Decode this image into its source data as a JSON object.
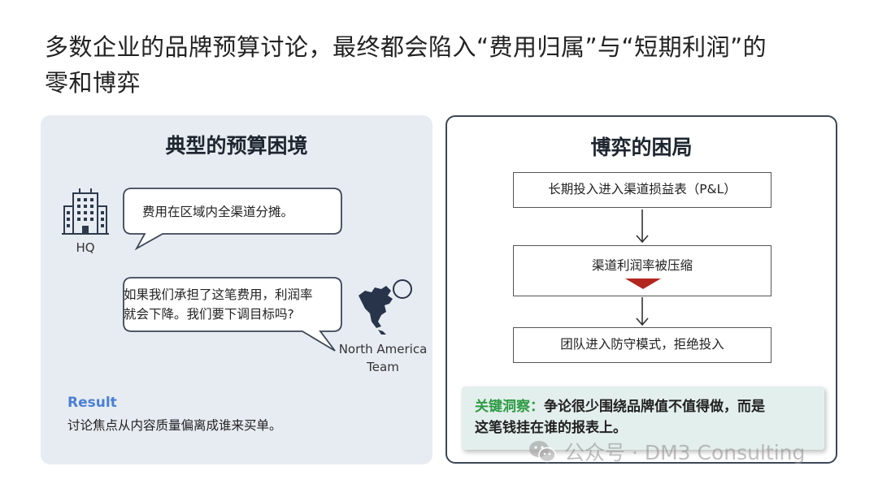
{
  "headline": {
    "line1": "多数企业的品牌预算讨论，最终都会陷入“费用归属”与“短期利润”的",
    "line2": "零和博弈"
  },
  "left_panel": {
    "title": "典型的预算困境",
    "hq_label": "HQ",
    "hq_bubble": "费用在区域内全渠道分摊。",
    "na_bubble_line1": "如果我们承担了这笔费用，利润率",
    "na_bubble_line2": "就会下降。我们要下调目标吗?",
    "na_label_line1": "North America",
    "na_label_line2": "Team",
    "result_title": "Result",
    "result_text": "讨论焦点从内容质量偏离成谁来买单。",
    "icons": [
      "building-icon",
      "north-america-map-icon",
      "compass-icon"
    ]
  },
  "right_panel": {
    "title": "博弈的困局",
    "steps": [
      "长期投入进入渠道损益表（P&L）",
      "渠道利润率被压缩",
      "团队进入防守模式，拒绝投入"
    ],
    "insight_key": "关键洞察：",
    "insight_line1": "争论很少围绕品牌值不值得做，而是",
    "insight_line2": "这笔钱挂在谁的报表上。",
    "colors": {
      "warning_triangle": "#b3261e",
      "insight_key": "#2e9b45",
      "insight_bg": "#e3efec"
    }
  },
  "watermark": "公众号 · DM3 Consulting"
}
